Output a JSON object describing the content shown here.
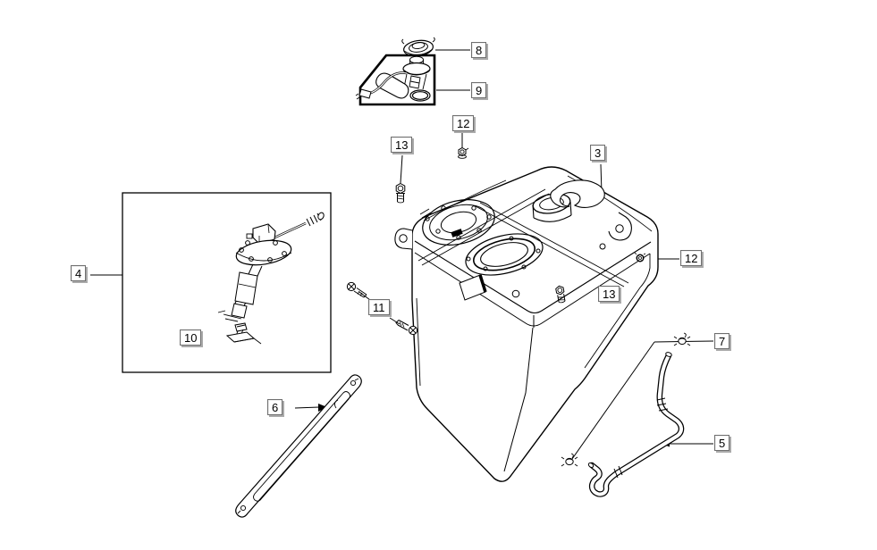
{
  "diagram": {
    "kind": "exploded-parts-line-drawing",
    "colors": {
      "background": "#ffffff",
      "line": "#000000",
      "callout_face": "#ffffff",
      "callout_border": "#6f6f6f",
      "callout_shadow": "#aaaaaa",
      "callout_text": "#000000"
    }
  },
  "callouts": {
    "c3": {
      "label": "3"
    },
    "c4": {
      "label": "4"
    },
    "c5": {
      "label": "5"
    },
    "c6": {
      "label": "6"
    },
    "c7": {
      "label": "7"
    },
    "c8": {
      "label": "8"
    },
    "c9": {
      "label": "9"
    },
    "c10": {
      "label": "10"
    },
    "c11": {
      "label": "11"
    },
    "c12_top": {
      "label": "12"
    },
    "c12_right": {
      "label": "12"
    },
    "c13_left": {
      "label": "13"
    },
    "c13_right": {
      "label": "13"
    }
  }
}
